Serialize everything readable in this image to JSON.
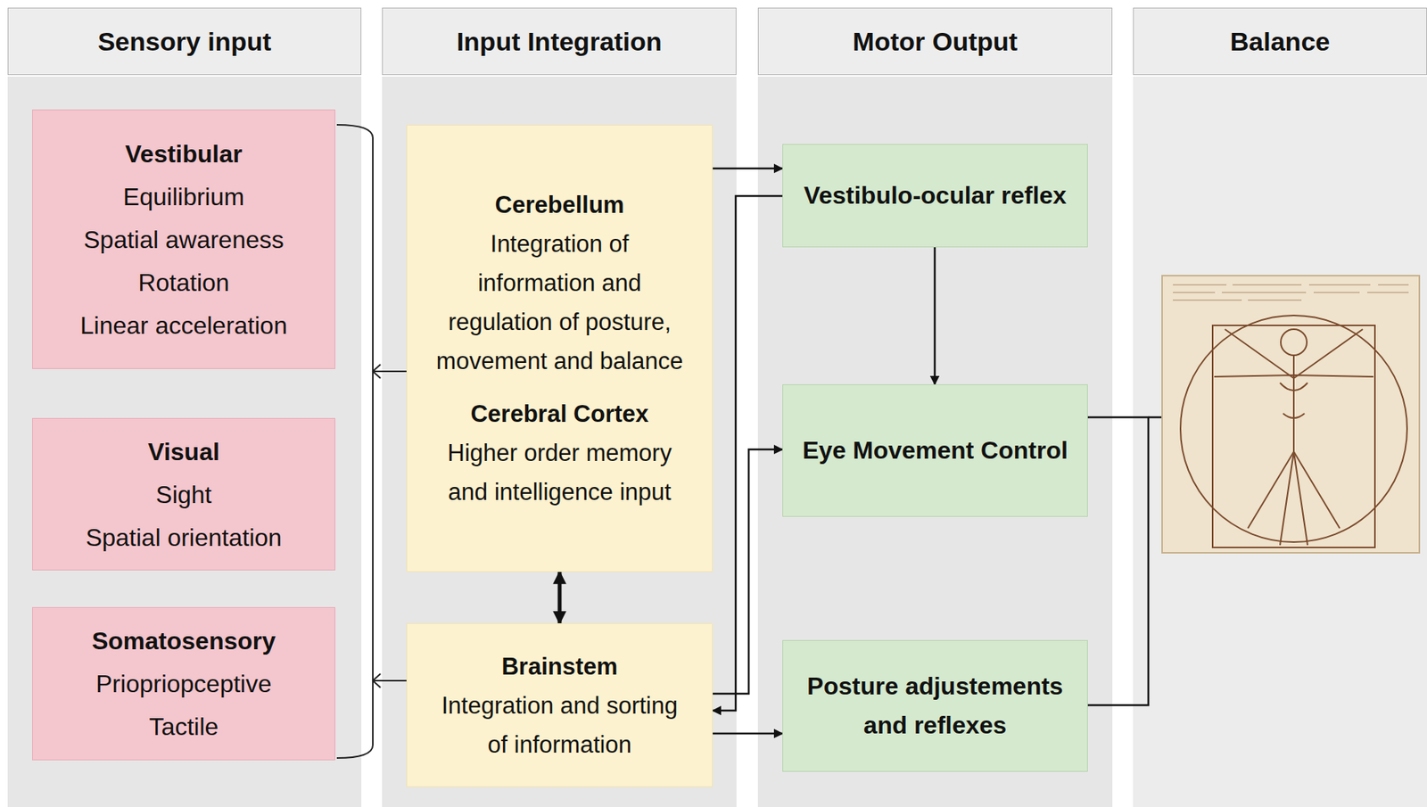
{
  "diagram": {
    "nodes": [
      {
        "text": [
          "Sensory input"
        ]
      },
      {
        "text": [
          "Input Integration"
        ]
      },
      {
        "text": [
          "Motor Output"
        ]
      },
      {
        "text": [
          "Balance"
        ]
      },
      {
        "text": [
          "Vestibular",
          "Equilibrium",
          "Spatial awareness",
          "Rotation",
          "Linear acceleration"
        ]
      },
      {
        "text": [
          "Visual",
          "Sight",
          "Spatial orientation"
        ]
      },
      {
        "text": [
          "Somatosensory",
          "Priopriopceptive",
          "Tactile"
        ]
      },
      {
        "text": [
          "Cerebellum",
          "Integration of information and regulation of posture, movement and balance",
          "Cerebral Cortex",
          "Higher order memory and intelligence input"
        ]
      },
      {
        "text": [
          "Brainstem",
          "Integration and sorting of information"
        ]
      },
      {
        "text": [
          "Vestibulo-ocular reflex"
        ]
      },
      {
        "text": [
          "Eye Movement Control"
        ]
      },
      {
        "text": [
          "Posture adjustements and reflexes"
        ]
      }
    ],
    "edges": [
      {
        "from": 7,
        "to": 9,
        "arrow": "to"
      },
      {
        "from": 7,
        "to": 8,
        "arrow": "both"
      },
      {
        "from": 9,
        "to": 10,
        "arrow": "to"
      },
      {
        "from": 9,
        "to": 8,
        "arrow": "to"
      },
      {
        "from": 8,
        "to": 10,
        "arrow": "to"
      },
      {
        "from": 8,
        "to": 11,
        "arrow": "to"
      }
    ]
  }
}
